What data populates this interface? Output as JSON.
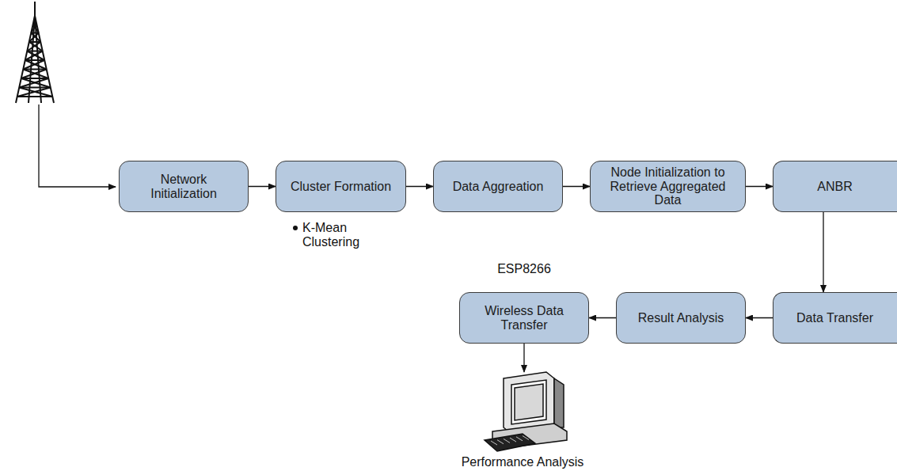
{
  "diagram": {
    "nodes": [
      {
        "text": [
          "Network Initialization"
        ]
      },
      {
        "text": [
          "Cluster Formation"
        ]
      },
      {
        "text": [
          "Data Aggreation"
        ]
      },
      {
        "text": [
          "Node Initialization to Retrieve Aggregated Data"
        ]
      },
      {
        "text": [
          "ANBR"
        ]
      },
      {
        "text": [
          "Data Transfer"
        ]
      },
      {
        "text": [
          "Result Analysis"
        ]
      },
      {
        "text": [
          "Wireless Data Transfer"
        ]
      }
    ],
    "edges": [
      {
        "from": 0,
        "to": 1,
        "arrow": "to"
      },
      {
        "from": 1,
        "to": 2,
        "arrow": "to"
      },
      {
        "from": 2,
        "to": 3,
        "arrow": "to"
      },
      {
        "from": 3,
        "to": 4,
        "arrow": "to"
      },
      {
        "from": 4,
        "to": 5,
        "arrow": "to"
      },
      {
        "from": 5,
        "to": 6,
        "arrow": "to"
      },
      {
        "from": 6,
        "to": 7,
        "arrow": "to"
      }
    ],
    "labels": [
      "K-Mean Clustering",
      "ESP8266",
      "Performance Analysis"
    ]
  }
}
